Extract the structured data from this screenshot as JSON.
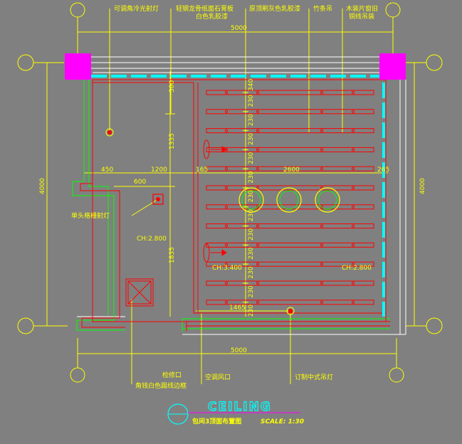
{
  "labels": {
    "top": [
      "可调角冷光射灯",
      "轻钢龙骨纸面石膏板",
      "白色乳胶漆",
      "原顶刷灰色乳胶漆",
      "竹条吊",
      "木装片窗旧",
      "铜线吊装"
    ],
    "left_fixture": "单头格栅射灯",
    "bottom": [
      "检修口",
      "角钱白色踢线边框",
      "空调风口",
      "订制中式吊灯"
    ]
  },
  "dims": {
    "top_width": "5000",
    "bottom_width": "5000",
    "left_height": "4000",
    "right_height": "4000",
    "v300": "300",
    "v1335": "1335",
    "v1835": "1835",
    "row_450": "450",
    "row_1200": "1200",
    "row_165": "165",
    "row_2600": "2600",
    "row_265": "265",
    "row_600": "600",
    "slat_340": "340",
    "slat_230": "230",
    "bottom_1465": "1465"
  },
  "ceiling_heights": {
    "left": "CH:2.800",
    "center": "CH:3.400",
    "right": "CH:2.800"
  },
  "title": {
    "heading": "CEILING",
    "subtitle": "包间3顶面布置图",
    "scale": "SCALE:  1:30"
  },
  "colors": {
    "background": "#808080",
    "dimension": "#ffff00",
    "wall": "#ff0000",
    "column": "#ff00ff",
    "lighting": "#00ffff",
    "trim": "#00ff00"
  }
}
